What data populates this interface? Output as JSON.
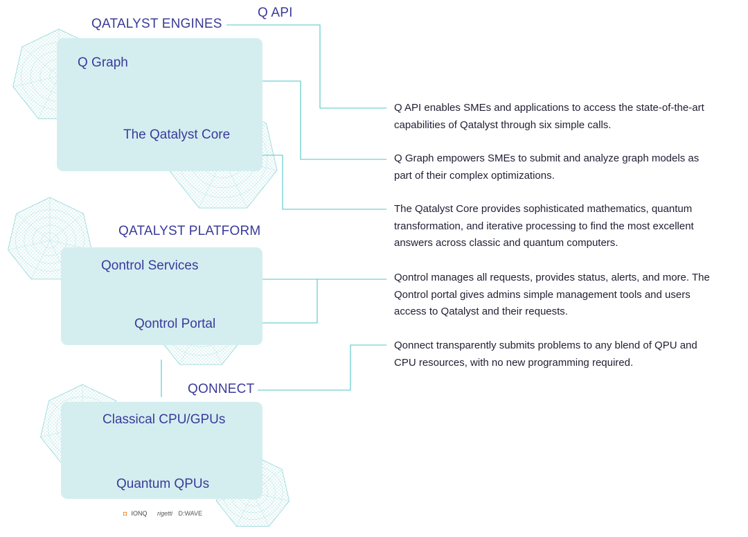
{
  "titles": {
    "engines": "QATALYST ENGINES",
    "api": "Q API",
    "platform": "QATALYST PLATFORM",
    "qonnect": "QONNECT"
  },
  "nodes": {
    "q_graph": "Q Graph",
    "core": "The Qatalyst Core",
    "qontrol_services": "Qontrol Services",
    "qontrol_portal": "Qontrol Portal",
    "classical": "Classical CPU/GPUs",
    "quantum": "Quantum QPUs"
  },
  "descriptions": {
    "api": [
      "Q API  enables SMEs and applications to access the state-of-the-art",
      "capabilities of Qatalyst through six simple calls."
    ],
    "graph": [
      "Q Graph empowers SMEs to submit and analyze graph models as",
      "part of their complex optimizations."
    ],
    "core": [
      "The Qatalyst Core provides sophisticated mathematics, quantum",
      "transformation, and iterative processing to find the most excellent",
      "answers across classic and quantum computers."
    ],
    "qontrol": [
      "Qontrol manages all requests, provides status, alerts, and more. The",
      "Qontrol portal gives admins simple management tools and users",
      "access to Qatalyst and their requests."
    ],
    "qonnect": [
      "Qonnect transparently submits problems to any blend of QPU and",
      "CPU resources, with no new programming required."
    ]
  },
  "logos": {
    "ionq": "IONQ",
    "rigetti": "rigetti",
    "dwave": "D:WAVE"
  },
  "colors": {
    "box_fill": "#d4eef0",
    "accent_teal": "#4fc5c8",
    "label_indigo": "#3a3a9a",
    "body_text": "#1f1f33"
  }
}
